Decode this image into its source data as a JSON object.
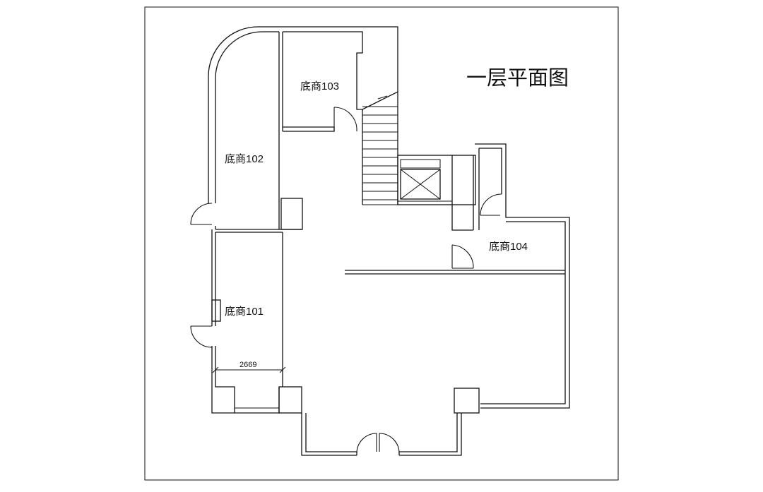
{
  "title": "一层平面图",
  "rooms": [
    {
      "id": "101",
      "label": "底商101"
    },
    {
      "id": "102",
      "label": "底商102"
    },
    {
      "id": "103",
      "label": "底商103"
    },
    {
      "id": "104",
      "label": "底商104"
    }
  ],
  "dimension": "2669"
}
